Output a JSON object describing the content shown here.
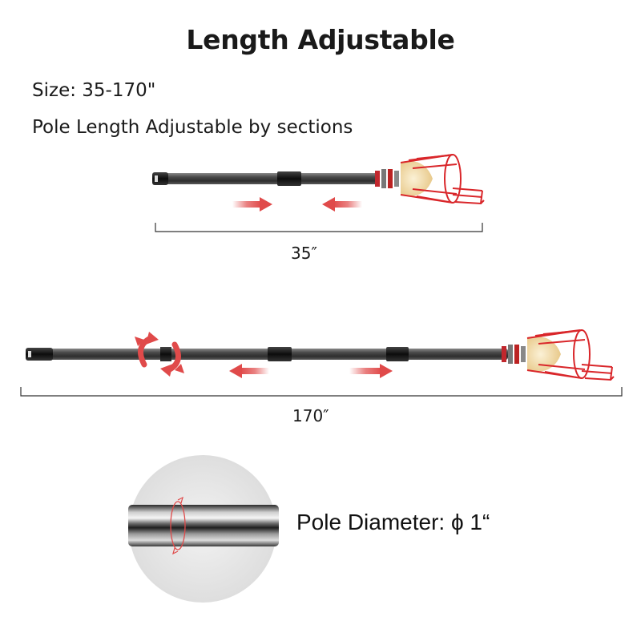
{
  "title": "Length Adjustable",
  "size_line": "Size: 35-170\"",
  "sections_line": "Pole Length Adjustable by sections",
  "short_pole": {
    "length_label": "35″"
  },
  "long_pole": {
    "length_label": "170″"
  },
  "diameter_label": "Pole Diameter: ϕ 1“",
  "colors": {
    "arrow_red": "#e04a4a",
    "basket_red": "#d9262a",
    "pole_dark": "#3c3c3c",
    "grip_black": "#111111",
    "circle_gray": "#e6e6e6"
  }
}
